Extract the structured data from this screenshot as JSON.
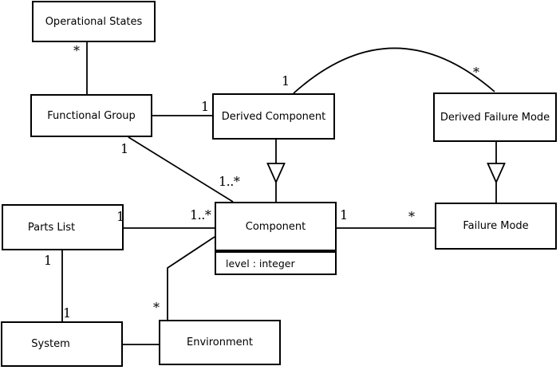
{
  "diagram": {
    "type": "uml-class-diagram",
    "colors": {
      "background": "#ffffff",
      "line": "#000000",
      "box_fill": "#ffffff"
    },
    "classes": [
      {
        "name": "Operational States"
      },
      {
        "name": "Functional Group"
      },
      {
        "name": "Derived Component"
      },
      {
        "name": "Derived Failure Mode"
      },
      {
        "name": "Parts List"
      },
      {
        "name": "Component",
        "attributes": [
          "level : integer"
        ]
      },
      {
        "name": "Failure Mode"
      },
      {
        "name": "System"
      },
      {
        "name": "Environment"
      }
    ],
    "multiplicities": {
      "operational_states_end_star": "*",
      "derived_component_end_1": "1",
      "functional_group_end_1": "1",
      "component_end_many": "1..*",
      "arc_derived_component_1": "1",
      "arc_derived_failure_mode_star": "*",
      "parts_list_end_1": "1",
      "parts_list_component_many": "1..*",
      "parts_list_system_1": "1",
      "system_end_1": "1",
      "component_failure_mode_1": "1",
      "failure_mode_end_star": "*",
      "environment_end_star": "*"
    }
  }
}
